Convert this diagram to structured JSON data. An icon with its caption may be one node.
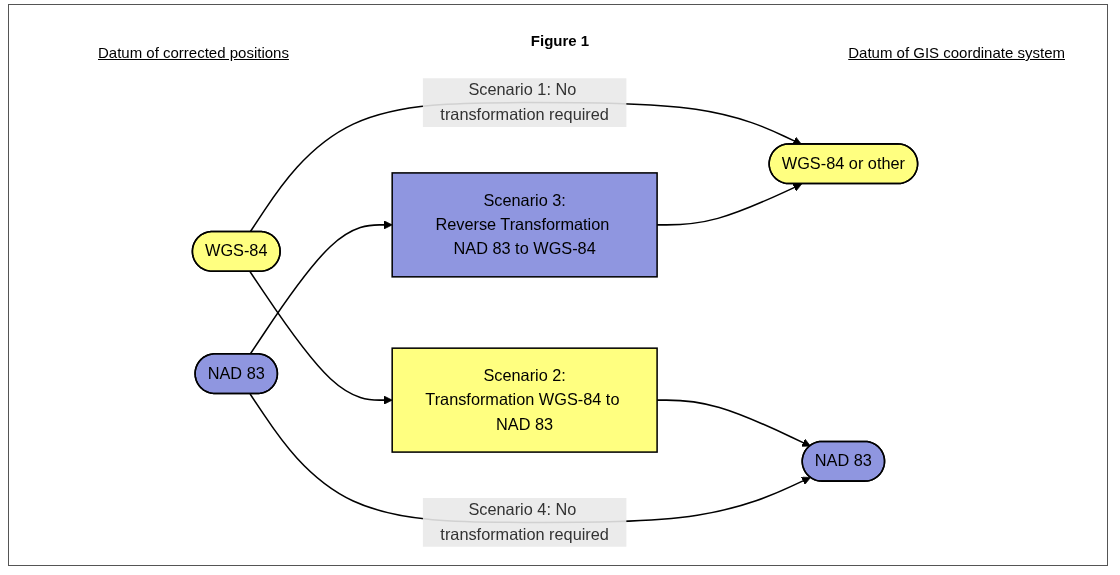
{
  "diagram": {
    "title": "Figure 1",
    "nodes": [
      {
        "text": [
          "WGS-84"
        ]
      },
      {
        "text": [
          "WGS-84 or other"
        ]
      },
      {
        "text": [
          "Scenario 2:",
          "Transformation WGS-84 to NAD 83"
        ]
      },
      {
        "text": [
          "Scenario 3:",
          "Reverse Transformation NAD 83 to WGS-84"
        ]
      },
      {
        "text": [
          "NAD 83"
        ]
      },
      {
        "text": [
          "NAD 83"
        ]
      }
    ],
    "edges": [
      {
        "from": 0,
        "to": 1,
        "arrow": "to",
        "label": "Scenario 1: No transformation required"
      },
      {
        "from": 0,
        "to": 2,
        "arrow": "to"
      },
      {
        "from": 2,
        "to": 5,
        "arrow": "to"
      },
      {
        "from": 4,
        "to": 3,
        "arrow": "to"
      },
      {
        "from": 3,
        "to": 1,
        "arrow": "to"
      },
      {
        "from": 4,
        "to": 5,
        "arrow": "to",
        "label": "Scenario 4: No transformation required"
      }
    ],
    "labels": [
      "Datum of corrected positions",
      "Datum of GIS coordinate system"
    ]
  }
}
